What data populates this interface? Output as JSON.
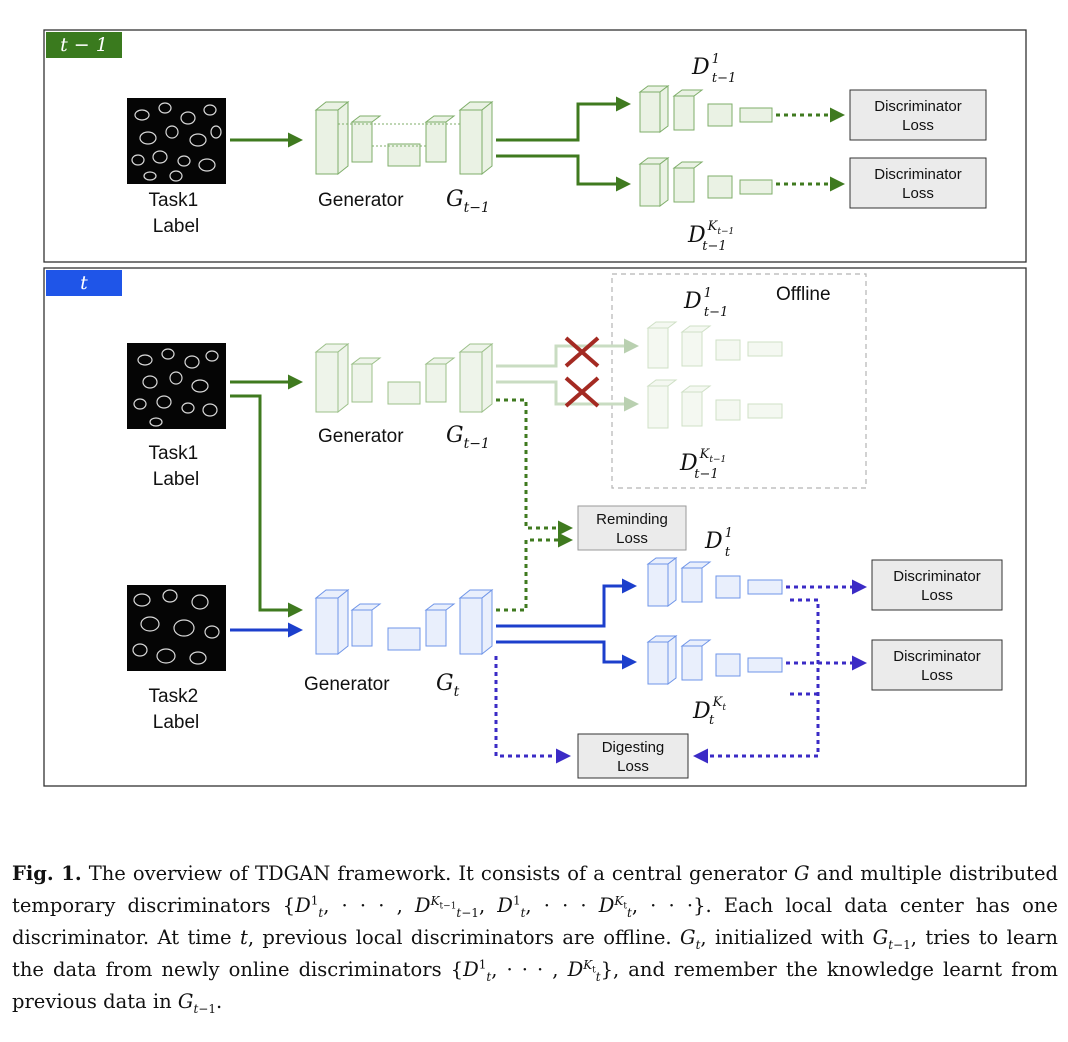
{
  "panels": {
    "prev": {
      "tag": "t − 1",
      "tag_color": "#3a7a1e"
    },
    "curr": {
      "tag": "t",
      "tag_color": "#1f55e8"
    }
  },
  "labels": {
    "task1": [
      "Task1",
      "Label"
    ],
    "task2": [
      "Task2",
      "Label"
    ],
    "generator": "Generator",
    "offline": "Offline",
    "disc_loss": [
      "Discriminator",
      "Loss"
    ],
    "reminding_loss": [
      "Reminding",
      "Loss"
    ],
    "digesting_loss": [
      "Digesting",
      "Loss"
    ]
  },
  "math": {
    "G_prev": {
      "base": "G",
      "sub": "t−1"
    },
    "G_curr": {
      "base": "G",
      "sub": "t"
    },
    "D1_prev": {
      "base": "D",
      "sup": "1",
      "sub": "t−1"
    },
    "DK_prev": {
      "base": "D",
      "sup": "K",
      "sup_sub": "t−1",
      "sub": "t−1"
    },
    "D1_curr": {
      "base": "D",
      "sup": "1",
      "sub": "t"
    },
    "DK_curr": {
      "base": "D",
      "sup": "K",
      "sup_sub": "t",
      "sub": "t"
    }
  },
  "colors": {
    "green": "#3f7a1f",
    "blue": "#1c3fcc",
    "purple": "#3b2bc6",
    "green_net": "#7fae6a",
    "blue_net": "#6f95e8",
    "faded": "#c9dcc2",
    "cross": "#a42a22",
    "loss_fill": "#ebebeb"
  },
  "caption": {
    "fig_label": "Fig. 1.",
    "text1": " The overview of TDGAN framework. It consists of a central generator ",
    "G": "G",
    "text2": " and multiple distributed temporary discriminators {",
    "text3": "}. Each local data center has one discriminator. At time ",
    "t": "t",
    "text4": ", previous local discriminators are offline. ",
    "text5": ", initialized with ",
    "text6": ", tries to learn the data from newly online discriminators {",
    "text7": "}, and remember the knowledge learnt from previous data in ",
    "text8": "."
  }
}
